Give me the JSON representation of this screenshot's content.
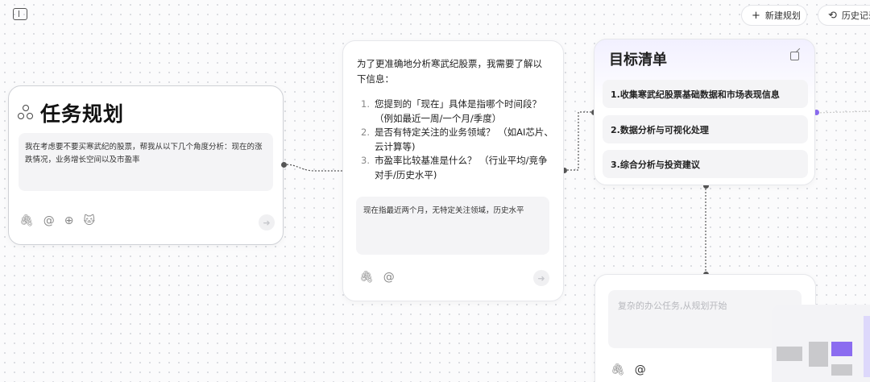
{
  "topbar": {
    "new_plan_label": "新建规划",
    "history_label": "历史记录"
  },
  "task_card": {
    "title": "任务规划",
    "input_text": "我在考虑要不要买寒武纪的股票，帮我从以下几个角度分析：现在的涨跌情况，业务增长空间以及市盈率"
  },
  "question_card": {
    "intro": "为了更准确地分析寒武纪股票，我需要了解以下信息：",
    "questions": [
      {
        "num": "1.",
        "text": "您提到的「现在」具体是指哪个时间段？（例如最近一周/一个月/季度）"
      },
      {
        "num": "2.",
        "text": "是否有特定关注的业务领域？ （如AI芯片、云计算等)"
      },
      {
        "num": "3.",
        "text": "市盈率比较基准是什么？ （行业平均/竞争对手/历史水平)"
      }
    ],
    "answer_text": "现在指最近两个月，无特定关注领域，历史水平"
  },
  "goal_card": {
    "title": "目标清单",
    "items": [
      "1.收集寒武纪股票基础数据和市场表现信息",
      "2.数据分析与可视化处理",
      "3.综合分析与投资建议"
    ]
  },
  "bottom_card": {
    "placeholder": "复杂的办公任务,从规划开始"
  },
  "colors": {
    "accent_purple": "#8b6cf0",
    "connector": "#555555"
  },
  "icons": [
    "sidebar-toggle-icon",
    "plus-icon",
    "history-icon",
    "task-planning-icon",
    "attachment-icon",
    "at-icon",
    "globe-icon",
    "cat-icon",
    "send-arrow-icon",
    "edit-icon"
  ]
}
